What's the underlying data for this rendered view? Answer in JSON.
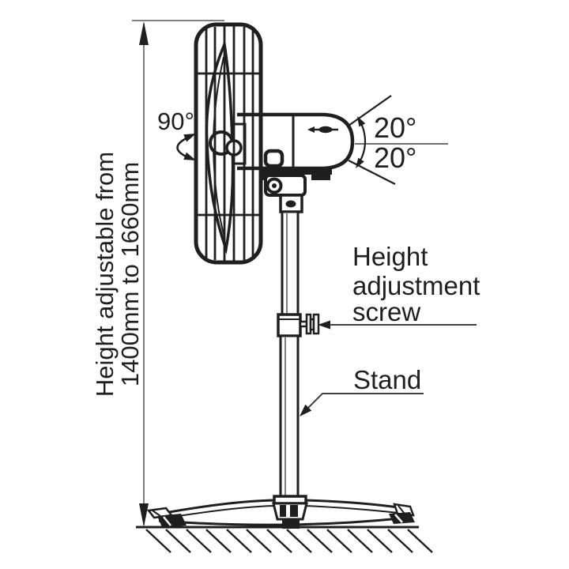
{
  "diagram": {
    "height_dimension": {
      "label_line1": "Height adjustable from",
      "label_line2": "1400mm to 1660mm"
    },
    "oscillation": {
      "angle_label": "90°"
    },
    "tilt": {
      "upper_angle_label": "20°",
      "lower_angle_label": "20°"
    },
    "callouts": {
      "height_screw": {
        "line1": "Height",
        "line2": "adjustment",
        "line3": "screw"
      },
      "stand": {
        "label": "Stand"
      }
    },
    "colors": {
      "ink": "#1f1f1f",
      "guide_line": "#6f6f6f",
      "background": "#ffffff"
    }
  }
}
